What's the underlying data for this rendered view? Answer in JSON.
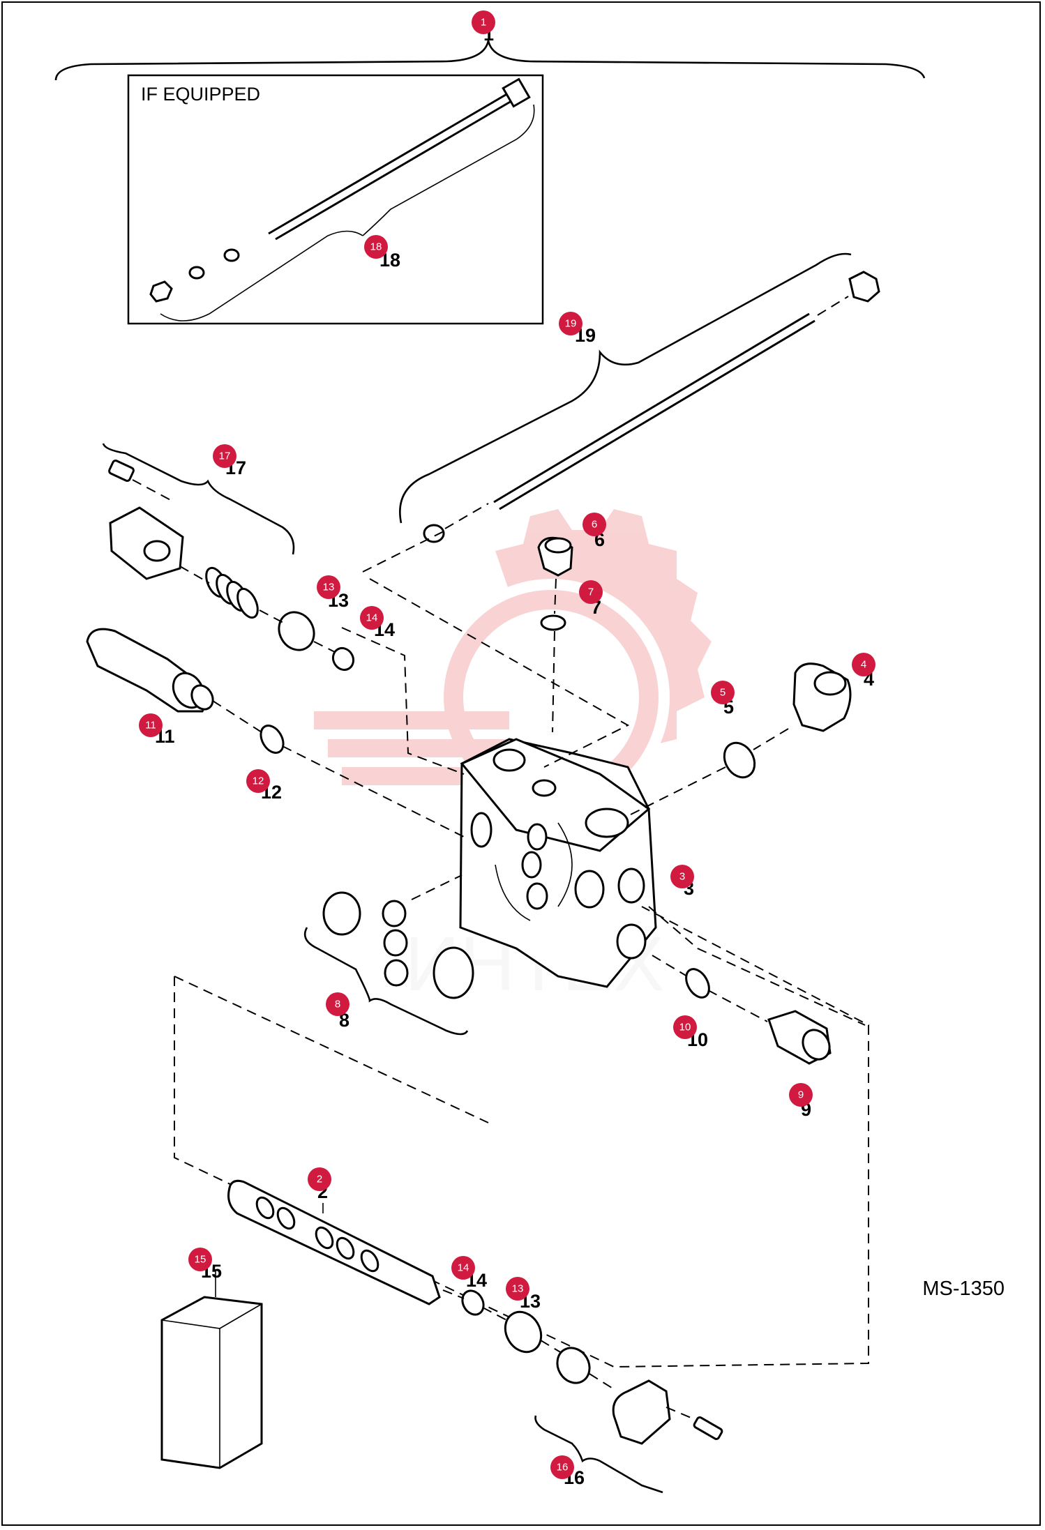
{
  "diagram": {
    "inset_label": "IF EQUIPPED",
    "drawing_code": "MS-1350",
    "watermark_text": "ИНТЕХ",
    "accent_color": "#d11a3f",
    "watermark_color": "#f2a0a0",
    "callouts": [
      "1",
      "2",
      "3",
      "4",
      "5",
      "6",
      "7",
      "8",
      "9",
      "10",
      "11",
      "12",
      "13",
      "14",
      "15",
      "16",
      "17",
      "18",
      "19",
      "13",
      "14"
    ],
    "numbers": [
      "1",
      "2",
      "3",
      "4",
      "5",
      "6",
      "7",
      "8",
      "9",
      "10",
      "11",
      "12",
      "13",
      "14",
      "15",
      "16",
      "17",
      "18",
      "19",
      "13",
      "14"
    ]
  }
}
